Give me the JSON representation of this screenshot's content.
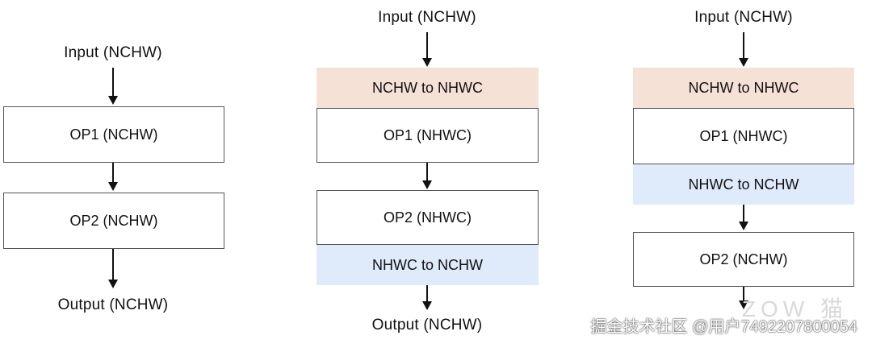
{
  "diagrams": [
    {
      "input": "Input (NCHW)",
      "op1": "OP1 (NCHW)",
      "op2": "OP2 (NCHW)",
      "output": "Output (NCHW)"
    },
    {
      "input": "Input (NCHW)",
      "convert_in": "NCHW to NHWC",
      "op1": "OP1 (NHWC)",
      "op2": "OP2 (NHWC)",
      "convert_out": "NHWC to NCHW",
      "output": "Output (NCHW)"
    },
    {
      "input": "Input (NCHW)",
      "convert_in": "NCHW to NHWC",
      "op1": "OP1 (NHWC)",
      "convert_mid": "NHWC to NCHW",
      "op2": "OP2 (NCHW)"
    }
  ],
  "watermark": {
    "text": "掘金技术社区 @用户7492207800054",
    "logo_text": "ZOW 猫"
  },
  "colors": {
    "convert_to_nhwc": "#f6e1d7",
    "convert_to_nchw": "#dfeafb",
    "box_border": "#555555"
  }
}
